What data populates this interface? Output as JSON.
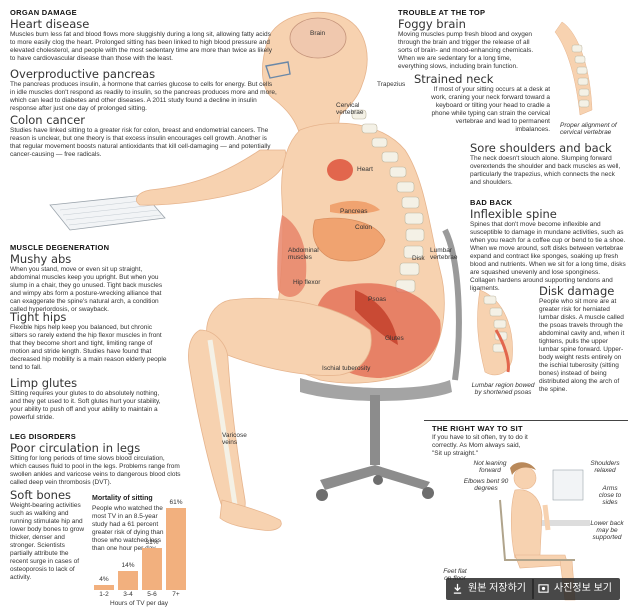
{
  "organ_damage": {
    "section": "ORGAN DAMAGE",
    "heart_title": "Heart disease",
    "heart_text": "Muscles burn less fat and blood flows more sluggishly during a long sit, allowing fatty acids to more easily clog the heart. Prolonged sitting has been linked to high blood pressure and elevated cholesterol, and people with the most sedentary time are more than twice as likely to have cardiovascular disease than those with the least.",
    "pancreas_title": "Overproductive pancreas",
    "pancreas_text": "The pancreas produces insulin, a hormone that carries glucose to cells for energy. But cells in idle muscles don't respond as readily to insulin, so the pancreas produces more and more, which can lead to diabetes and other diseases. A 2011 study found a decline in insulin response after just one day of prolonged sitting.",
    "colon_title": "Colon cancer",
    "colon_text": "Studies have linked sitting to a greater risk for colon, breast and endometrial cancers. The reason is unclear, but one theory is that excess insulin encourages cell growth. Another is that regular movement boosts natural antioxidants that kill cell-damaging — and potentially cancer-causing — free radicals."
  },
  "muscle": {
    "section": "MUSCLE DEGENERATION",
    "abs_title": "Mushy abs",
    "abs_text": "When you stand, move or even sit up straight, abdominal muscles keep you upright. But when you slump in a chair, they go unused. Tight back muscles and wimpy abs form a posture-wrecking alliance that can exaggerate the spine's natural arch, a condition called hyperlordosis, or swayback.",
    "hips_title": "Tight hips",
    "hips_text": "Flexible hips help keep you balanced, but chronic sitters so rarely extend the hip flexor muscles in front that they become short and tight, limiting range of motion and stride length. Studies have found that decreased hip mobility is a main reason elderly people tend to fall.",
    "glutes_title": "Limp glutes",
    "glutes_text": "Sitting requires your glutes to do absolutely nothing, and they get used to it. Soft glutes hurt your stability, your ability to push off and your ability to maintain a powerful stride."
  },
  "leg": {
    "section": "LEG DISORDERS",
    "circ_title": "Poor circulation in legs",
    "circ_text": "Sitting for long periods of time slows blood circulation, which causes fluid to pool in the legs. Problems range from swollen ankles and varicose veins to dangerous blood clots called deep vein thrombosis (DVT).",
    "bones_title": "Soft bones",
    "bones_text": "Weight-bearing activities such as walking and running stimulate hip and lower body bones to grow thicker, denser and stronger. Scientists partially attribute the recent surge in cases of osteoporosis to lack of activity."
  },
  "top": {
    "section": "TROUBLE AT THE TOP",
    "fog_title": "Foggy brain",
    "fog_text": "Moving muscles pump fresh blood and oxygen through the brain and trigger the release of all sorts of brain- and mood-enhancing chemicals. When we are sedentary for a long time, everything slows, including brain function.",
    "neck_title": "Strained neck",
    "neck_text": "If most of your sitting occurs at a desk at work, craning your neck forward toward a keyboard or tilting your head to cradle a phone while typing can strain the cervical vertebrae and lead to permanent imbalances.",
    "neck_caption": "Proper alignment of cervical vertebrae",
    "shoulders_title": "Sore shoulders and back",
    "shoulders_text": "The neck doesn't slouch alone. Slumping forward overextends the shoulder and back muscles as well, particularly the trapezius, which connects the neck and shoulders."
  },
  "back": {
    "section": "BAD BACK",
    "spine_title": "Inflexible spine",
    "spine_text": "Spines that don't move become inflexible and susceptible to damage in mundane activities, such as when you reach for a coffee cup or bend to tie a shoe. When we move around, soft disks between vertebrae expand and contract like sponges, soaking up fresh blood and nutrients. When we sit for a long time, disks are squashed unevenly and lose sponginess. Collagen hardens around supporting tendons and ligaments.",
    "disk_title": "Disk damage",
    "disk_text": "People who sit more are at greater risk for herniated lumbar disks. A muscle called the psoas travels through the abdominal cavity and, when it tightens, pulls the upper lumbar spine forward. Upper-body weight rests entirely on the ischial tuberosity (sitting bones) instead of being distributed along the arch of the spine.",
    "lumbar_caption": "Lumbar region bowed by shortened psoas"
  },
  "body_labels": {
    "brain": "Brain",
    "trapezius": "Trapezius",
    "cervical": "Cervical vertebrae",
    "heart": "Heart",
    "pancreas": "Pancreas",
    "colon": "Colon",
    "abdominal": "Abdominal muscles",
    "lumbar": "Lumbar vertebrae",
    "disk": "Disk",
    "hip_flexor": "Hip flexor",
    "psoas": "Psoas",
    "glutes": "Glutes",
    "ischial": "Ischial tuberosity",
    "varicose": "Varicose veins"
  },
  "right_way": {
    "section": "THE RIGHT WAY TO SIT",
    "text": "If you have to sit often, try to do it correctly. As Mom always said, \"Sit up straight.\"",
    "labels": {
      "not_leaning": "Not leaning forward",
      "shoulders": "Shoulders relaxed",
      "elbows": "Elbows bent 90 degrees",
      "arms": "Arms close to sides",
      "lower_back": "Lower back may be supported",
      "feet": "Feet flat on floor"
    }
  },
  "mortality": {
    "title": "Mortality of sitting",
    "text": "People who watched the most TV in an 8.5-year study had a 61 percent greater risk of dying than those who watched less than one hour per day.",
    "xlabel": "Hours of TV per day"
  },
  "chart_data": {
    "type": "bar",
    "title": "Mortality of sitting",
    "xlabel": "Hours of TV per day",
    "ylabel": "",
    "categories": [
      "1-2",
      "3-4",
      "5-6",
      "7+"
    ],
    "values": [
      4,
      14,
      31,
      61
    ],
    "value_labels": [
      "4%",
      "14%",
      "31%",
      "61%"
    ],
    "ylim": [
      0,
      61
    ],
    "color": "#f2b07e"
  },
  "buttons": {
    "save": "원본 저장하기",
    "info": "사진정보 보기"
  },
  "colors": {
    "skin": "#f7d2b0",
    "skin_dark": "#eab287",
    "organ": "#f0a370",
    "muscle": "#e2664d",
    "bone": "#f4f1e6",
    "chair": "#8c8c8c",
    "accent": "#f2b07e"
  }
}
